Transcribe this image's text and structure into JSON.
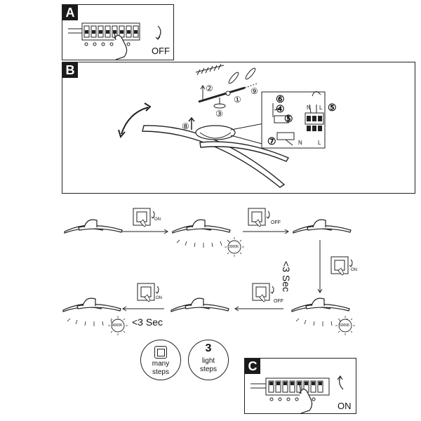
{
  "panels": {
    "a": {
      "badge": "A",
      "state_label": "OFF"
    },
    "b": {
      "badge": "B"
    },
    "c": {
      "badge": "C",
      "state_label": "ON"
    }
  },
  "steps": {
    "numbers": [
      "①",
      "②",
      "③",
      "④",
      "⑤",
      "⑥",
      "⑦",
      "⑧",
      "⑨"
    ]
  },
  "wiring": {
    "n": "N",
    "l": "L"
  },
  "switch_labels": {
    "on": "ON",
    "off": "OFF"
  },
  "timing": {
    "short_press": "<3 Sec"
  },
  "color_temps": {
    "t3000": "3000K",
    "t4000": "4000K",
    "t6000": "6000K"
  },
  "modes": {
    "many": {
      "line1": "many",
      "line2": "steps"
    },
    "three": {
      "number": "3",
      "line1": "light",
      "line2": "steps"
    }
  }
}
